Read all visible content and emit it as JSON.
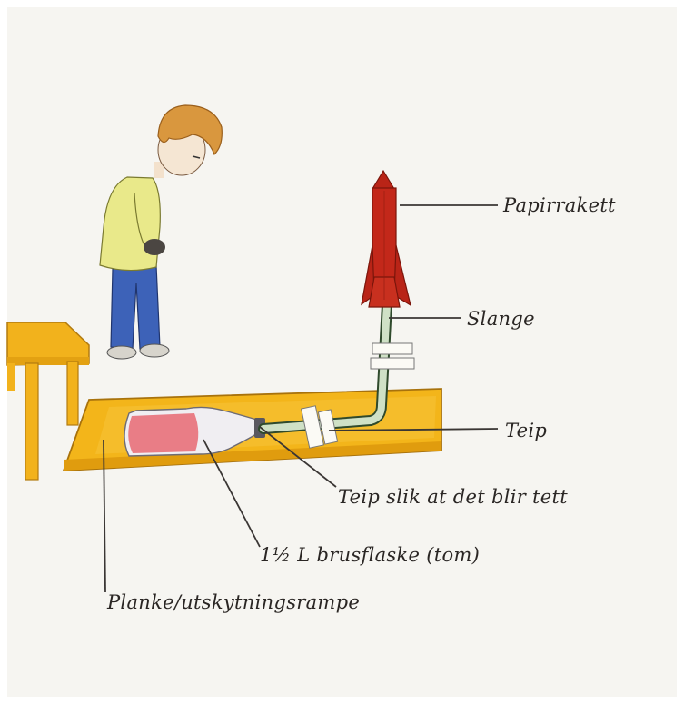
{
  "labels": {
    "rocket": "Papirrakett",
    "hose": "Slange",
    "tape": "Teip",
    "tape_tight": "Teip slik at det blir tett",
    "bottle": "1½ L brusflaske (tom)",
    "plank": "Planke/utskytningsrampe"
  },
  "colors": {
    "paper": "#f6f5f1",
    "plank": "#f3b51a",
    "rocket": "#c3281a",
    "hose": "#cfe1c6",
    "bottle_liquid": "#e8707a",
    "shirt": "#e9e98a",
    "jeans": "#3d62b8",
    "hair": "#d9973e"
  }
}
